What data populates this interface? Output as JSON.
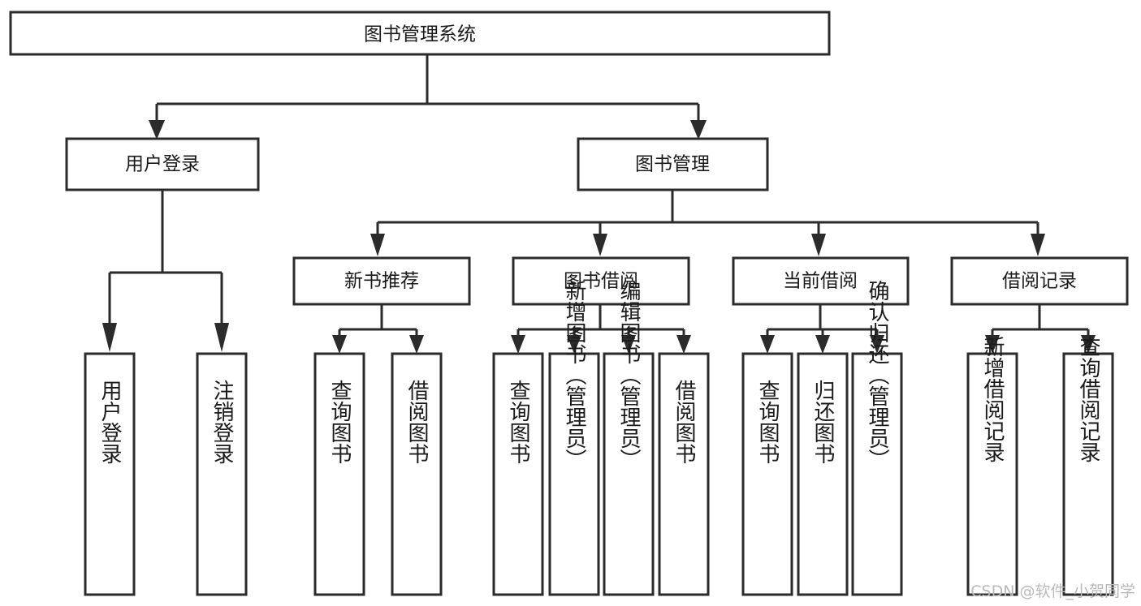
{
  "diagram": {
    "type": "tree",
    "orientation": "top-down",
    "title": "图书管理系统",
    "colors": {
      "stroke": "#2b2b2b",
      "box_fill": "#ffffff",
      "text": "#1a1a1a",
      "background": "#ffffff",
      "watermark": "#b9b9b9"
    },
    "levels": {
      "root": "图书管理系统",
      "level2": [
        "用户登录",
        "图书管理"
      ],
      "level3": [
        "新书推荐",
        "图书借阅",
        "当前借阅",
        "借阅记录"
      ]
    },
    "nodes": {
      "root": {
        "label": "图书管理系统"
      },
      "user_login": {
        "label": "用户登录"
      },
      "book_manage": {
        "label": "图书管理"
      },
      "new_book_rec": {
        "label": "新书推荐"
      },
      "book_borrow": {
        "label": "图书借阅"
      },
      "current_borrow": {
        "label": "当前借阅"
      },
      "borrow_record": {
        "label": "借阅记录"
      },
      "leaf_user_login": {
        "label": "用户登录"
      },
      "leaf_logout": {
        "label": "注销登录"
      },
      "leaf_query_book_1": {
        "label": "查询图书"
      },
      "leaf_borrow_book_1": {
        "label": "借阅图书"
      },
      "leaf_query_book_2": {
        "label": "查询图书"
      },
      "leaf_add_book": {
        "label": "新增图书（管理员）"
      },
      "leaf_edit_book": {
        "label": "编辑图书（管理员）"
      },
      "leaf_borrow_book_2": {
        "label": "借阅图书"
      },
      "leaf_query_book_3": {
        "label": "查询图书"
      },
      "leaf_return_book": {
        "label": "归还图书"
      },
      "leaf_confirm_return": {
        "label": "确认归还（管理员）"
      },
      "leaf_add_record": {
        "label": "新增借阅记录"
      },
      "leaf_query_record": {
        "label": "查询借阅记录"
      }
    },
    "edges": [
      {
        "from": "root",
        "to": "user_login"
      },
      {
        "from": "root",
        "to": "book_manage"
      },
      {
        "from": "user_login",
        "to": "leaf_user_login"
      },
      {
        "from": "user_login",
        "to": "leaf_logout"
      },
      {
        "from": "book_manage",
        "to": "new_book_rec"
      },
      {
        "from": "book_manage",
        "to": "book_borrow"
      },
      {
        "from": "book_manage",
        "to": "current_borrow"
      },
      {
        "from": "book_manage",
        "to": "borrow_record"
      },
      {
        "from": "new_book_rec",
        "to": "leaf_query_book_1"
      },
      {
        "from": "new_book_rec",
        "to": "leaf_borrow_book_1"
      },
      {
        "from": "book_borrow",
        "to": "leaf_query_book_2"
      },
      {
        "from": "book_borrow",
        "to": "leaf_add_book"
      },
      {
        "from": "book_borrow",
        "to": "leaf_edit_book"
      },
      {
        "from": "book_borrow",
        "to": "leaf_borrow_book_2"
      },
      {
        "from": "current_borrow",
        "to": "leaf_query_book_3"
      },
      {
        "from": "current_borrow",
        "to": "leaf_return_book"
      },
      {
        "from": "current_borrow",
        "to": "leaf_confirm_return"
      },
      {
        "from": "borrow_record",
        "to": "leaf_add_record"
      },
      {
        "from": "borrow_record",
        "to": "leaf_query_record"
      }
    ]
  },
  "watermark": {
    "text": "CSDN @软件_小贺同学"
  }
}
